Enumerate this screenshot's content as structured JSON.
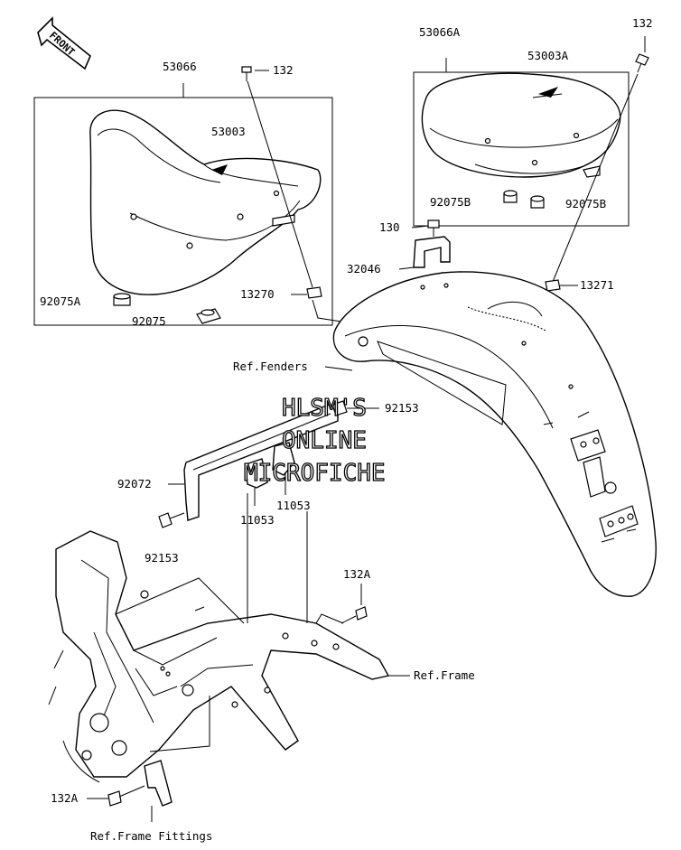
{
  "diagram": {
    "front_label": "FRONT",
    "watermark": [
      "HLSM'S",
      "ONLINE",
      "MICROFICHE"
    ],
    "labels": {
      "p53066": "53066",
      "p132_left": "132",
      "p53003": "53003",
      "p92075A": "92075A",
      "p92075": "92075",
      "p13270": "13270",
      "p53066A": "53066A",
      "p132_right": "132",
      "p53003A": "53003A",
      "p92075B_left": "92075B",
      "p92075B_right": "92075B",
      "p130": "130",
      "p32046": "32046",
      "p13271": "13271",
      "ref_fenders": "Ref.Fenders",
      "p92153_top": "92153",
      "p92072": "92072",
      "p11053_right": "11053",
      "p11053_left": "11053",
      "p92153_bottom": "92153",
      "p132A_right": "132A",
      "ref_frame": "Ref.Frame",
      "p132A_left": "132A",
      "ref_frame_fittings": "Ref.Frame Fittings"
    }
  }
}
